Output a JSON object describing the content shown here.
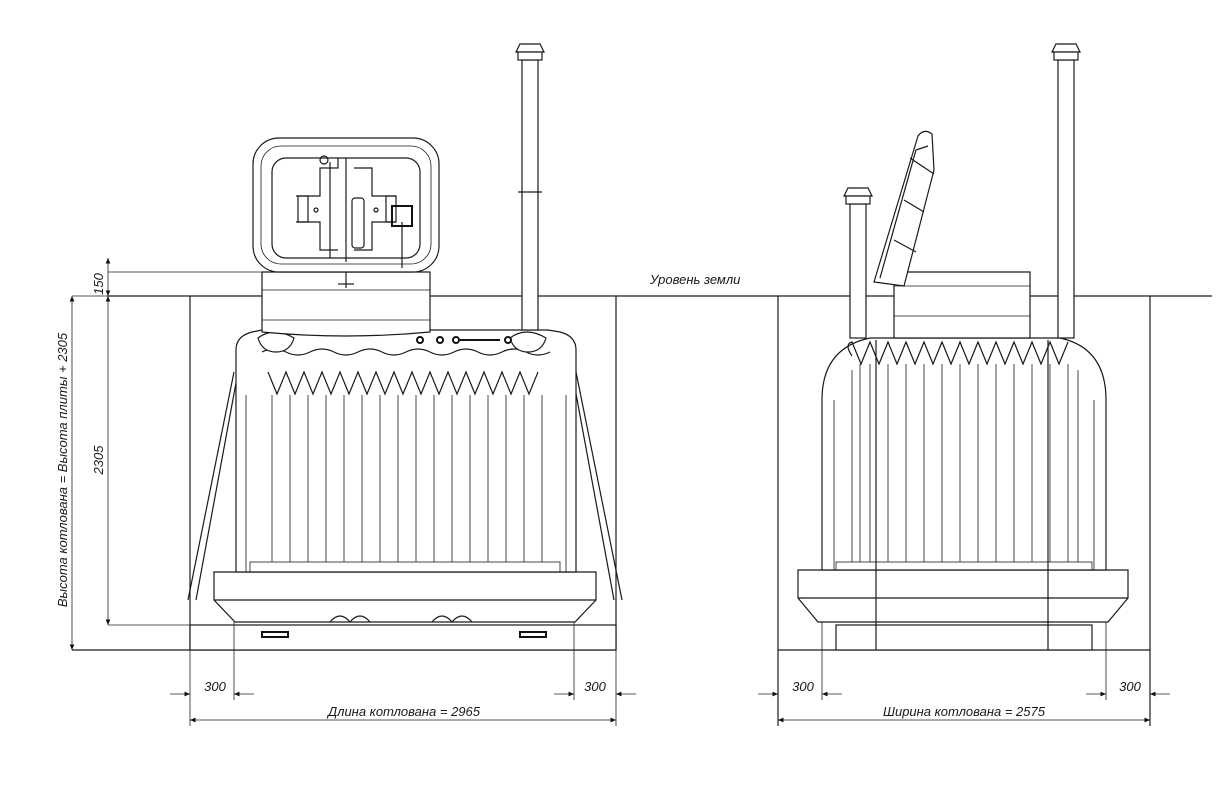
{
  "labels": {
    "ground_level": "Уровень земли",
    "pit_height": "Высота котлована = Высота плиты + 2305",
    "dim_150": "150",
    "dim_2305": "2305",
    "left_300_a": "300",
    "left_300_b": "300",
    "pit_length": "Длина котлована = 2965",
    "right_300_a": "300",
    "right_300_b": "300",
    "pit_width": "Ширина котлована = 2575"
  }
}
